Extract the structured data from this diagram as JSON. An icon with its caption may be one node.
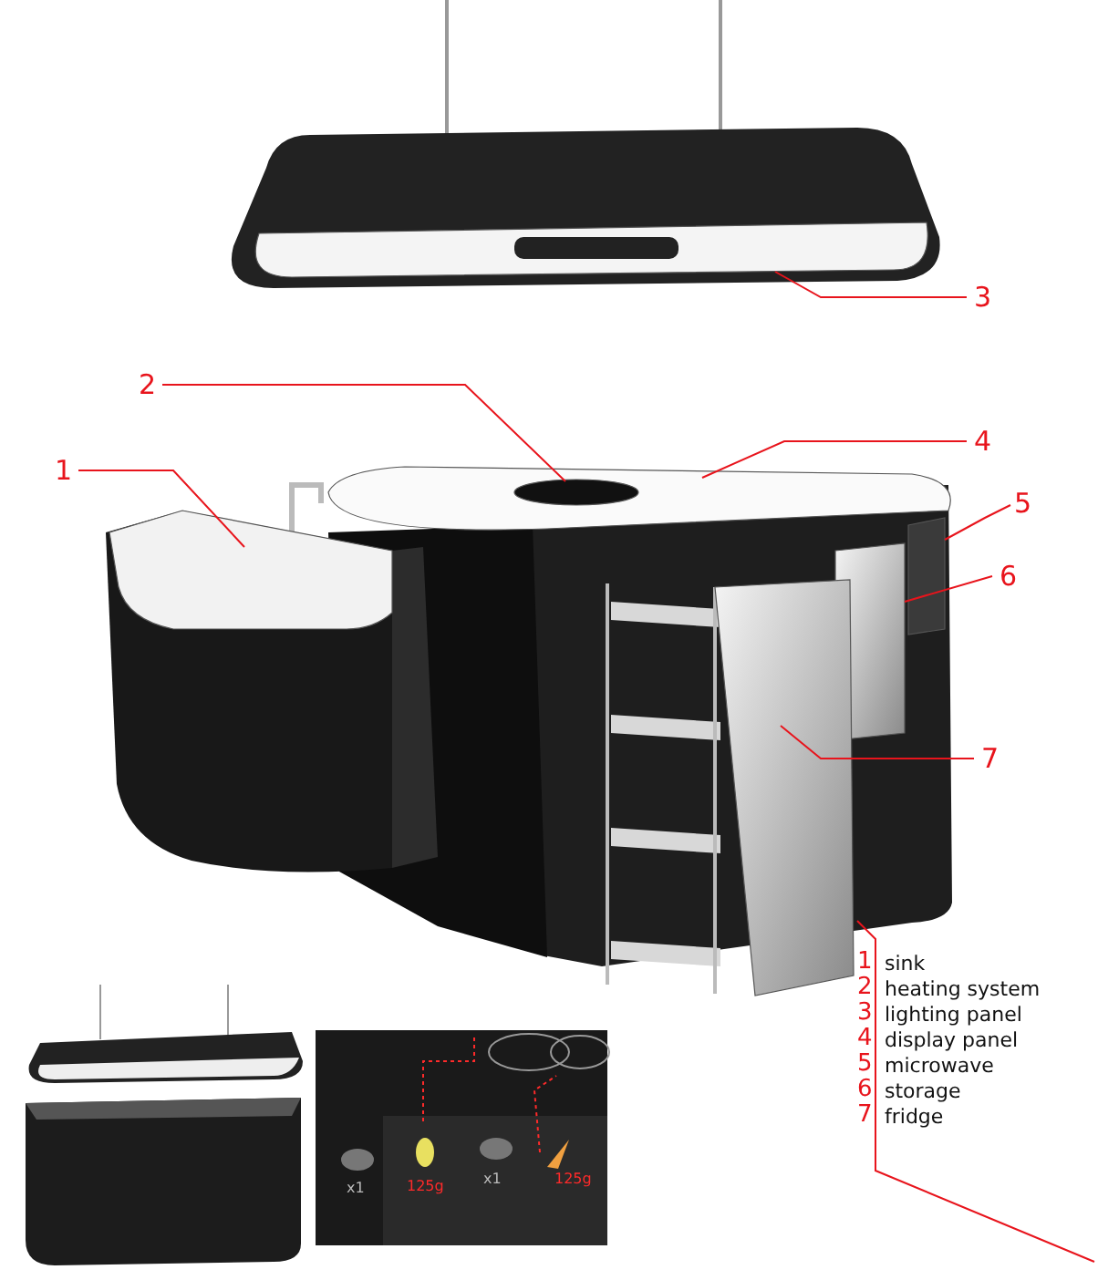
{
  "diagram": {
    "nodes": [
      {
        "text": [
          "1"
        ]
      },
      {
        "text": [
          "2"
        ]
      },
      {
        "text": [
          "3"
        ]
      },
      {
        "text": [
          "4"
        ]
      },
      {
        "text": [
          "5"
        ]
      },
      {
        "text": [
          "6"
        ]
      },
      {
        "text": [
          "7"
        ]
      },
      {
        "text": [],
        "shape": "box"
      },
      {
        "text": [],
        "shape": "circle",
        "in": 10
      },
      {
        "text": [],
        "shape": "box"
      },
      {
        "text": [],
        "shape": "box"
      },
      {
        "text": [],
        "shape": "box"
      },
      {
        "text": [],
        "shape": "box"
      },
      {
        "text": [],
        "shape": "box"
      }
    ],
    "edges": [
      {
        "from": 0,
        "to": 7,
        "arrow": "none"
      },
      {
        "from": 1,
        "to": 8,
        "arrow": "none"
      },
      {
        "from": 2,
        "to": 9,
        "arrow": "none"
      },
      {
        "from": 3,
        "to": 10,
        "arrow": "none"
      },
      {
        "from": 4,
        "to": 11,
        "arrow": "none"
      },
      {
        "from": 5,
        "to": 12,
        "arrow": "none"
      },
      {
        "from": 6,
        "to": 13,
        "arrow": "none"
      }
    ],
    "labels": [
      "1",
      "sink",
      "2",
      "heating system",
      "3",
      "lighting panel",
      "4",
      "display panel",
      "5",
      "microwave",
      "6",
      "storage",
      "7",
      "fridge",
      "x1",
      "125g",
      "x1",
      "125g"
    ]
  }
}
